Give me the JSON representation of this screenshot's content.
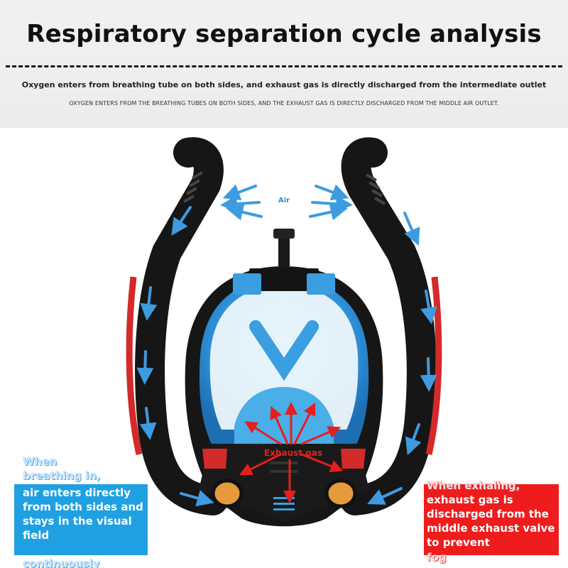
{
  "header": {
    "title": "Respiratory separation cycle analysis",
    "subtitle_main": "Oxygen enters from breathing tube on both sides, and exhaust gas is directly discharged from the intermediate outlet",
    "subtitle_caps": "OXYGEN ENTERS FROM THE BREATHING TUBES ON BOTH SIDES, AND THE EXHAUST GAS IS DIRECTLY DISCHARGED FROM THE MIDDLE AIR OUTLET."
  },
  "illustration": {
    "air_label": "Air",
    "exhaust_label": "Exhaust gas",
    "colors": {
      "mask_blue": "#3aa0e6",
      "frame_black": "#161616",
      "accent_red": "#d42a2a",
      "arrow_blue": "#3e9be0",
      "arrow_red": "#e61e1e"
    }
  },
  "notes": {
    "inhale": {
      "line1": "When",
      "line2": "breathing in,",
      "body": "air enters directly from both sides and stays in the visual field",
      "tail": "continuously"
    },
    "exhale": {
      "head": "When exhaling,",
      "body": "exhaust gas is discharged from the middle exhaust valve to prevent",
      "tail": "fog"
    }
  }
}
